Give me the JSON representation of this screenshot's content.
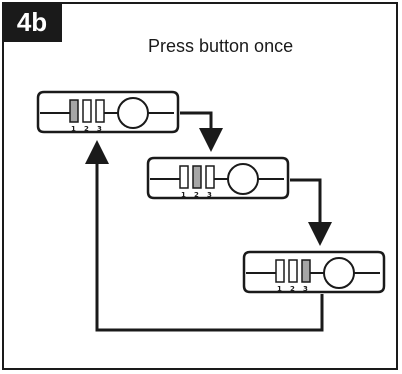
{
  "step_label": "4b",
  "instruction": "Press button once",
  "device": {
    "led_labels": [
      "1",
      "2",
      "3"
    ],
    "states": [
      {
        "state": 1,
        "lit_led": 1
      },
      {
        "state": 2,
        "lit_led": 2
      },
      {
        "state": 3,
        "lit_led": 3
      }
    ]
  },
  "colors": {
    "outline": "#1a1a1a",
    "led_lit": "#a6a6a6",
    "led_off": "#ffffff",
    "background": "#ffffff"
  }
}
